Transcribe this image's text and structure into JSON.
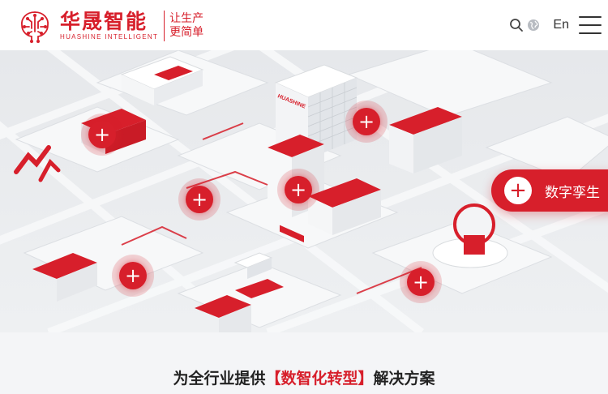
{
  "header": {
    "logo_cn": "华晟智能",
    "logo_en": "HUASHINE INTELLIGENT",
    "slogan_line1": "让生产",
    "slogan_line2": "更简单",
    "lang_label": "En"
  },
  "icons": {
    "search": "search-icon",
    "globe": "globe-icon",
    "menu": "hamburger-menu-icon"
  },
  "hero": {
    "hotspot_symbol": "+",
    "pill_symbol": "+",
    "pill_label": "数字孪生",
    "building_sign": "HUASHINE"
  },
  "tagline": {
    "prefix": "为全行业提供",
    "highlight": "【数智化转型】",
    "suffix": "解决方案"
  },
  "colors": {
    "brand_red": "#d71f2b",
    "text_dark": "#222222",
    "background": "#f4f5f7"
  }
}
